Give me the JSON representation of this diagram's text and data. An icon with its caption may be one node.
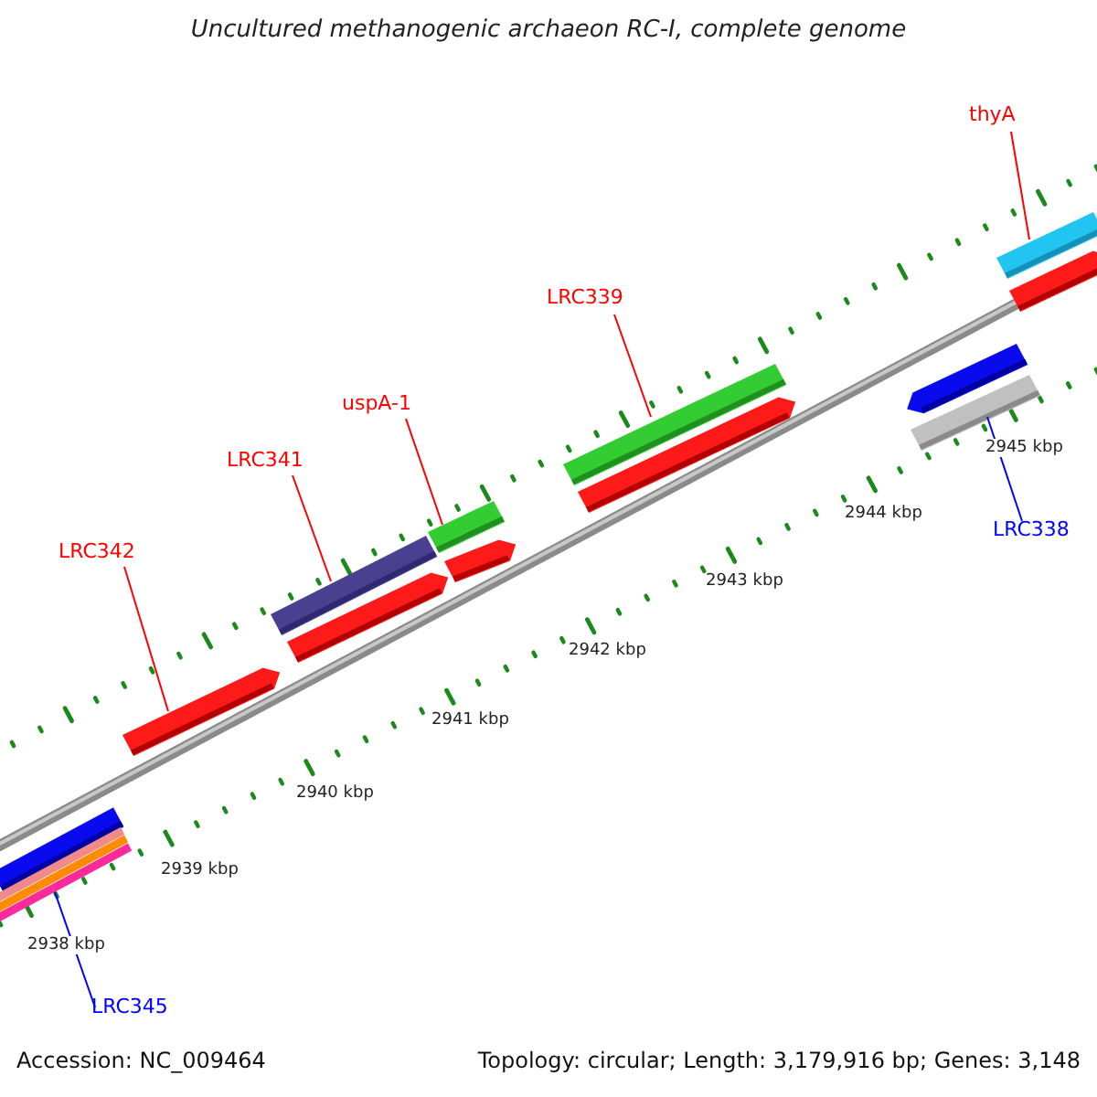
{
  "diagram": {
    "title": "Uncultured methanogenic archaeon RC-I, complete genome",
    "nodes": [
      {
        "text": [
          "thyA"
        ]
      },
      {
        "text": [],
        "shape": "bar"
      },
      {
        "text": [
          "LRC339"
        ]
      },
      {
        "text": [],
        "shape": "bar"
      },
      {
        "text": [
          "uspA-1"
        ]
      },
      {
        "text": [],
        "shape": "bar"
      },
      {
        "text": [
          "LRC341"
        ]
      },
      {
        "text": [],
        "shape": "bar"
      },
      {
        "text": [
          "LRC342"
        ]
      },
      {
        "text": [],
        "shape": "bar"
      },
      {
        "text": [
          "LRC338"
        ]
      },
      {
        "text": [],
        "shape": "bar"
      },
      {
        "text": [
          "LRC345"
        ]
      },
      {
        "text": [],
        "shape": "bar"
      },
      {
        "text": [],
        "shape": "bar"
      },
      {
        "text": [],
        "shape": "bar"
      },
      {
        "text": [],
        "shape": "bar"
      },
      {
        "text": [],
        "shape": "bar"
      },
      {
        "text": [],
        "shape": "bar"
      },
      {
        "text": [],
        "shape": "bar"
      },
      {
        "text": [],
        "shape": "bar"
      },
      {
        "text": [],
        "shape": "bar"
      }
    ],
    "edges": [
      {
        "from": 0,
        "to": 1,
        "arrow": "none"
      },
      {
        "from": 2,
        "to": 3,
        "arrow": "none"
      },
      {
        "from": 4,
        "to": 5,
        "arrow": "none"
      },
      {
        "from": 6,
        "to": 7,
        "arrow": "none"
      },
      {
        "from": 8,
        "to": 9,
        "arrow": "none"
      },
      {
        "from": 10,
        "to": 11,
        "arrow": "none",
        "color": "#0000ff"
      },
      {
        "from": 12,
        "to": 13,
        "arrow": "none",
        "color": "#0000ff"
      }
    ],
    "labels": [
      "2945 kbp",
      "2944 kbp",
      "2943 kbp",
      "2942 kbp",
      "2941 kbp",
      "2940 kbp",
      "2939 kbp",
      "2938 kbp",
      "Accession: NC_009464",
      "Topology: circular; Length: 3,179,916 bp; Genes: 3,148"
    ]
  }
}
